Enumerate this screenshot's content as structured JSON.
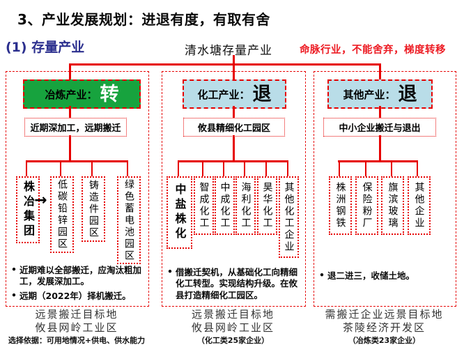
{
  "page": {
    "title": "3、产业发展规划：进退有度，有取有舍",
    "section": "(1) 存量产业",
    "root": "清水塘存量产业",
    "annotation": "命脉行业，不能舍弃，梯度转移"
  },
  "colors": {
    "connector_red": "#e60000",
    "smelting_green": "#17a33e",
    "verdict_light_blue": "#b9dde8",
    "section_navy": "#2b2f8e",
    "annotation_red": "#ed1c24"
  },
  "columns": [
    {
      "header_label": "冶炼产业：",
      "header_verdict": "转",
      "strategy": "近期深加工，远期搬迁",
      "children": [
        {
          "name": "株冶集团"
        },
        {
          "name": "低碳铅锌园区"
        },
        {
          "name": "铸造件园区"
        },
        {
          "name": "绿色蓄电池园区"
        }
      ],
      "bullets": [
        "近期难以全部搬迁，应淘汰粗加工，发展深加工。",
        "远期（2022年）择机搬迁。"
      ],
      "footer_line1": "远景搬迁目标地",
      "footer_line2": "攸县网岭工业区",
      "footer_line3": "选择依据：可用地情况+供电、供水能力"
    },
    {
      "header_label": "化工产业：",
      "header_verdict": "退",
      "strategy": "攸县精细化工园区",
      "children": [
        {
          "name": "中盐株化"
        },
        {
          "name": "智成化工"
        },
        {
          "name": "中成化工"
        },
        {
          "name": "海利化工"
        },
        {
          "name": "昊华化工"
        },
        {
          "name": "其他化工企业"
        }
      ],
      "bullets": [
        "借搬迁契机，从基础化工向精细化工转型。实现结构升级。在攸县打造精细化工园区。"
      ],
      "footer_line1": "远景搬迁目标地",
      "footer_line2": "攸县网岭工业区",
      "footer_line3": "（化工类25家企业）"
    },
    {
      "header_label": "其他产业：",
      "header_verdict": "退",
      "strategy": "中小企业搬迁与退出",
      "children": [
        {
          "name": "株洲钢铁"
        },
        {
          "name": "保险粉厂"
        },
        {
          "name": "旗滨玻璃"
        },
        {
          "name": "其他企业"
        }
      ],
      "bullets": [
        "退二进三，收储土地。"
      ],
      "footer_line1": "需搬迁企业远景目标地",
      "footer_line2": "茶陵经济开发区",
      "footer_line3": "（冶炼类23家企业）"
    }
  ]
}
